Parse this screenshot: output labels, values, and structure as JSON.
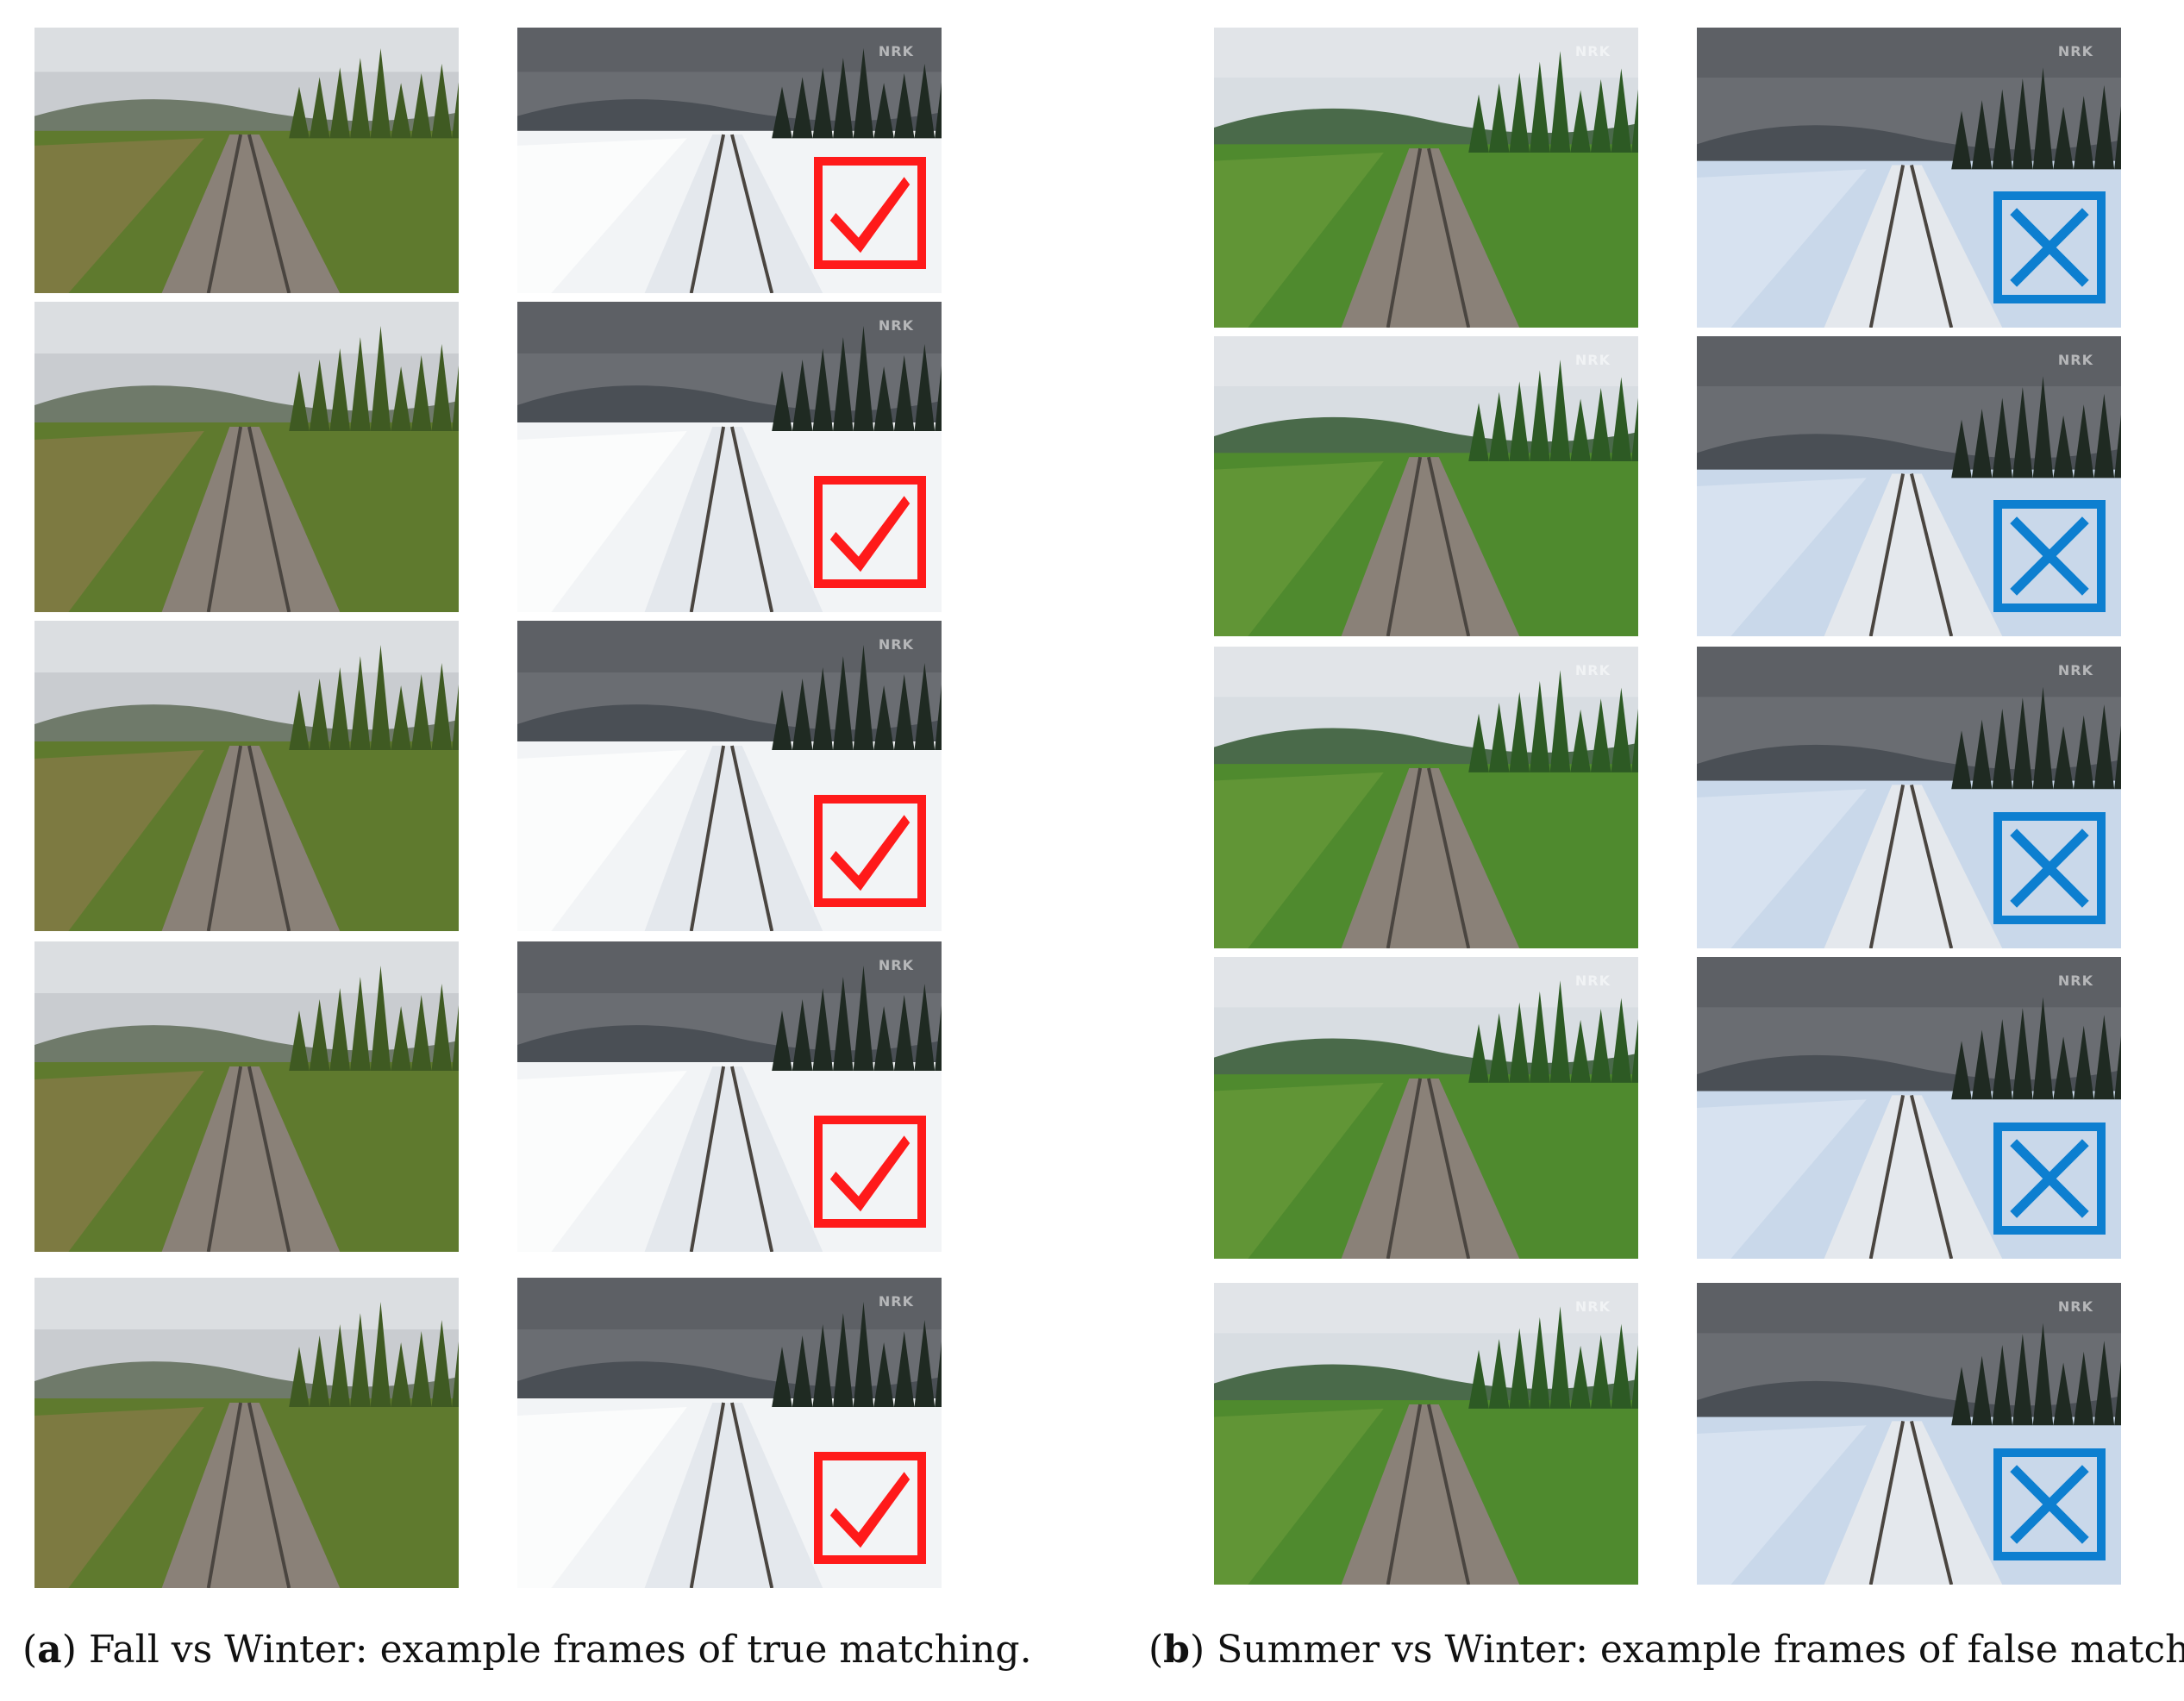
{
  "panels": [
    {
      "id": "a",
      "caption_label": "a",
      "caption_text": "Fall vs Winter: example frames of true matching.",
      "left_season": "fall",
      "right_season": "winter",
      "match_result": "true",
      "marker_icon": "checkmark-icon",
      "marker_color": "#ff1a1a",
      "rows": 5
    },
    {
      "id": "b",
      "caption_label": "b",
      "caption_text": "Summer vs Winter: example frames of false matching.",
      "left_season": "summer",
      "right_season": "winter",
      "match_result": "false",
      "marker_icon": "cross-icon",
      "marker_color": "#0d7fd0",
      "rows": 5
    }
  ],
  "watermark": "NRK",
  "colors": {
    "fall_sky": "#c9ccd0",
    "fall_grass": "#5f7a2e",
    "fall_trees": "#3f5a22",
    "summer_sky": "#d8dde2",
    "summer_trees": "#2d5a24",
    "summer_grass": "#4f8a2e",
    "winter_sky": "#6a6d72",
    "winter_snow": "#f2f4f6",
    "winter_snow_blue": "#c9d8ea",
    "rail": "#4a4540",
    "gravel": "#8a8178"
  }
}
